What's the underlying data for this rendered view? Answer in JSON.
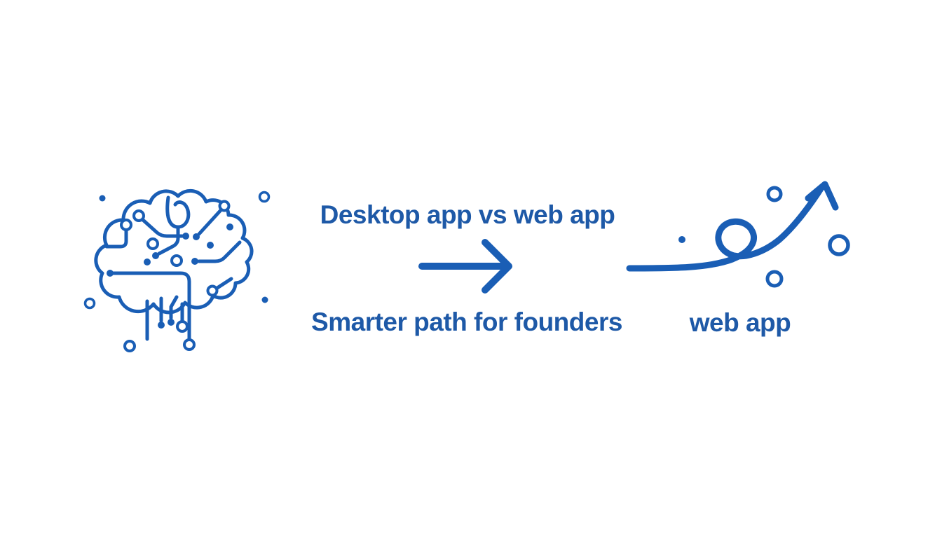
{
  "page": {
    "background": "#ffffff"
  },
  "colors": {
    "text_blue": "#1e59a7",
    "graphic_blue": "#1a5eb5"
  },
  "texts": {
    "title": "Desktop app vs web app",
    "subtitle": "Smarter path for founders",
    "result_label": "web app"
  },
  "icons": {
    "brain": "circuit-brain-icon",
    "flow_arrow": "arrow-right-icon",
    "growth_arrow": "loop-arrow-up-icon"
  }
}
